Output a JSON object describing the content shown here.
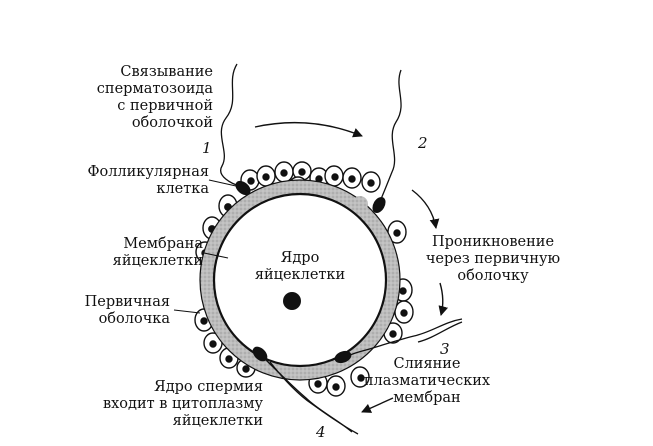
{
  "labels": {
    "binding": [
      "Связывание",
      "сперматозоида",
      "с первичной",
      "оболочкой"
    ],
    "follicular": [
      "Фолликулярная",
      "клетка"
    ],
    "membrane": [
      "Мембрана",
      "яйцеклетки"
    ],
    "primary_envelope": [
      "Первичная",
      "оболочка"
    ],
    "sperm_nucleus": [
      "Ядро спермия",
      "входит в цитоплазму",
      "яйцеклетки"
    ],
    "egg_nucleus": [
      "Ядро",
      "яйцеклетки"
    ],
    "penetration": [
      "Проникновение",
      "через первичную",
      "оболочку"
    ],
    "fusion": [
      "Слияние",
      "плазматических",
      "мембран"
    ]
  },
  "steps": [
    "1",
    "2",
    "3",
    "4"
  ],
  "colors": {
    "ink": "#111111",
    "envelope": "#b8b8b8",
    "paper": "#ffffff"
  }
}
